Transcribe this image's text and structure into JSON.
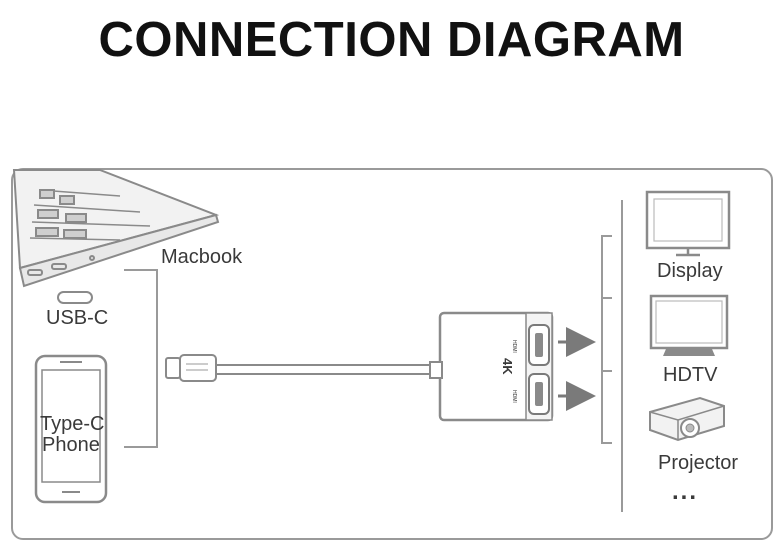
{
  "title": "CONNECTION DIAGRAM",
  "sources": {
    "macbook": "Macbook",
    "usbc": "USB-C",
    "phone_line1": "Type-C",
    "phone_line2": "Phone"
  },
  "hub": {
    "label_4k": "4K",
    "port_top": "HDMI",
    "port_bottom": "HDMI"
  },
  "outputs": {
    "display": "Display",
    "hdtv": "HDTV",
    "projector": "Projector",
    "more": "..."
  },
  "colors": {
    "line": "#9a9a9a",
    "device": "#8a8a8a",
    "text": "#3a3a3a",
    "arrow": "#7a7a7a"
  }
}
